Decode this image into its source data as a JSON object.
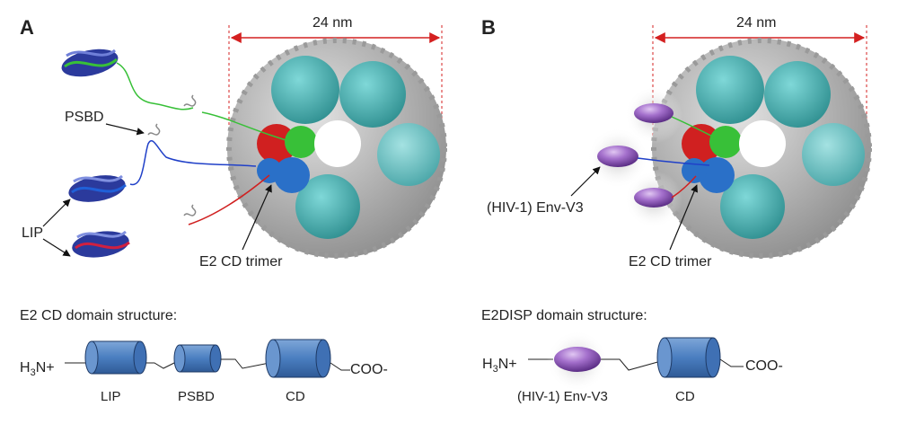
{
  "panels": {
    "a": {
      "letter": "A",
      "scale_label": "24 nm",
      "psbd_label": "PSBD",
      "lip_label": "LIP",
      "trimer_label": "E2 CD trimer",
      "domain_title": "E2 CD domain structure:",
      "n_term": "H",
      "n_term_sub": "3",
      "n_term_tail": "N+",
      "c_term": "COO-",
      "domains": [
        "LIP",
        "PSBD",
        "CD"
      ]
    },
    "b": {
      "letter": "B",
      "scale_label": "24 nm",
      "env_label": "(HIV-1) Env-V3",
      "trimer_label": "E2 CD trimer",
      "domain_title": "E2DISP domain structure:",
      "n_term": "H",
      "n_term_sub": "3",
      "n_term_tail": "N+",
      "c_term": "COO-",
      "domains": [
        "(HIV-1) Env-V3",
        "CD"
      ]
    }
  },
  "colors": {
    "scale_line": "#d42020",
    "cylinder_fill": "#4a7ec0",
    "cylinder_stroke": "#1e3a66",
    "ellipse_fill": "#9a64c4",
    "cage_gray": "#b8b8b8",
    "cage_teal": "#4fb8b8",
    "strand_green": "#38c038",
    "strand_blue": "#2040c8",
    "strand_red": "#d02020"
  }
}
